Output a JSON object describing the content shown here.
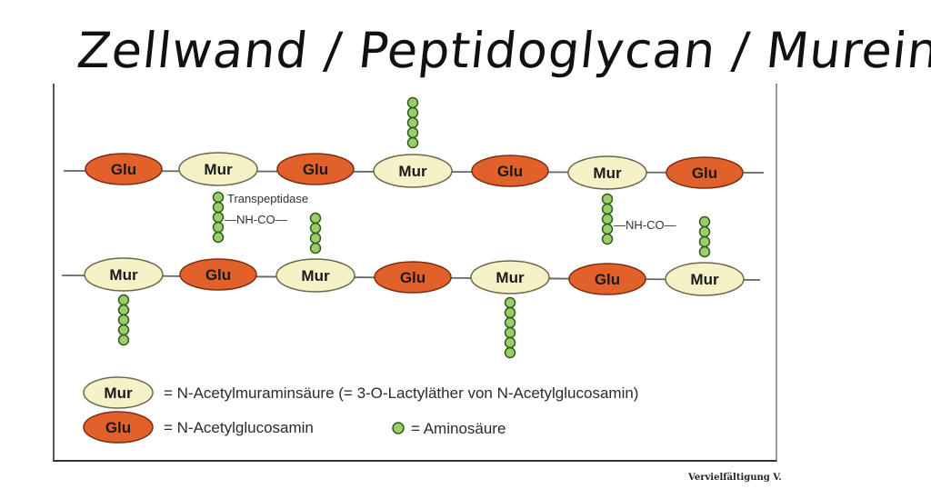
{
  "heading": "Zellwand / Peptidoglycan / Murein",
  "units": {
    "glu": "Glu",
    "mur": "Mur"
  },
  "labels": {
    "transpeptidase": "Transpeptidase",
    "bond_left": "—NH-CO—",
    "bond_right": "—NH-CO—"
  },
  "legend": {
    "mur_label": "Mur",
    "mur_text": "= N-Acetylmuraminsäure (= 3-O-Lactyläther von N-Acetylglucosamin)",
    "glu_label": "Glu",
    "glu_text": "= N-Acetylglucosamin",
    "bead_text": "= Aminosäure"
  },
  "footer": "Vervielfältigung V.",
  "colors": {
    "glu": "#e2612b",
    "mur": "#f6f2c8",
    "amino_acid": "#9ccd6a"
  }
}
